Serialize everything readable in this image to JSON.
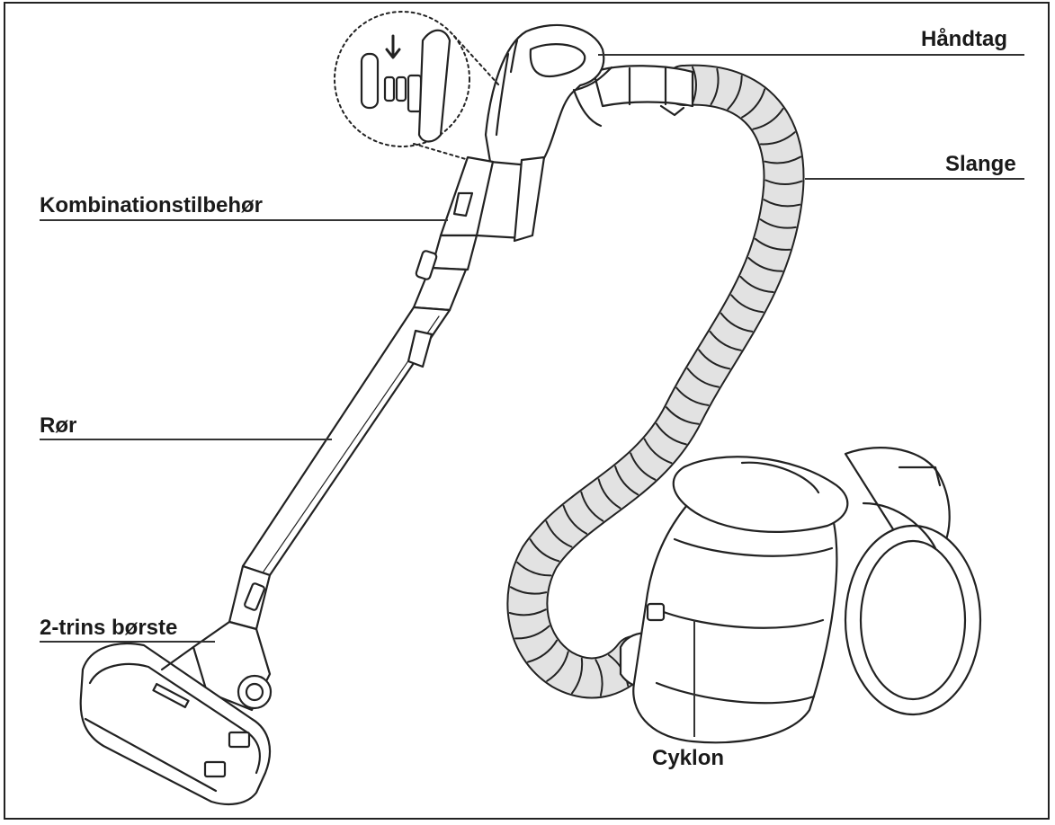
{
  "labels": {
    "handle": "Håndtag",
    "hose": "Slange",
    "combination_tool": "Kombinationstilbehør",
    "pipe": "Rør",
    "brush": "2-trins børste",
    "cyclone": "Cyklon"
  },
  "colors": {
    "stroke": "#222222",
    "hose_fill": "#e2e2e2",
    "body_fill": "#ffffff",
    "shade": "#f2f2f2"
  }
}
